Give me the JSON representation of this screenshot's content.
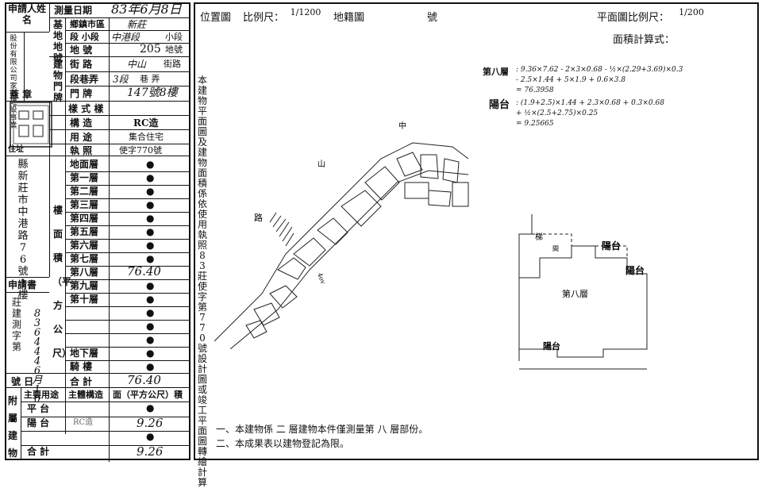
{
  "left_table": {
    "applicant_label": "申請人姓名",
    "survey_date_label": "測量日期",
    "survey_date_value": "83年6月8日",
    "base_label": "基地地號",
    "township_label": "鄉鎮市區",
    "township_value": "新莊",
    "section_label": "段 小段",
    "section_value": "中港段",
    "small_section": "小段",
    "land_no_label": "地 號",
    "land_no_value": "205",
    "land_no_suffix": "地號",
    "bldg_label": "建物門牌",
    "street_label": "街 路",
    "street_value": "中山",
    "street_suffix": "街路",
    "lane_label": "段巷弄",
    "lane_value": "3段",
    "lane_suffix": "巷 弄",
    "door_label": "門 牌",
    "door_value": "147號8樓",
    "style_label": "樣 式 樣",
    "structure_label": "構 造",
    "structure_value": "RC造",
    "use_label": "用 途",
    "use_value": "集合住宅",
    "license_label": "執 照",
    "license_value": "使字770號",
    "company_vertical": "股份有限公司家庭建設事業",
    "seal_label": "蓋 章",
    "address_label": "住址",
    "address_vertical": "縣新莊市中港路76號1樓",
    "floor_area_label": "樓 面 積 （平方公尺）",
    "floors": [
      {
        "name": "地面層",
        "value": "●"
      },
      {
        "name": "第一層",
        "value": "●"
      },
      {
        "name": "第二層",
        "value": "●"
      },
      {
        "name": "第三層",
        "value": "●"
      },
      {
        "name": "第四層",
        "value": "●"
      },
      {
        "name": "第五層",
        "value": "●"
      },
      {
        "name": "第六層",
        "value": "●"
      },
      {
        "name": "第七層",
        "value": "●"
      },
      {
        "name": "第八層",
        "value": "76.40"
      },
      {
        "name": "第九層",
        "value": "●"
      },
      {
        "name": "第十層",
        "value": "●"
      },
      {
        "name": "",
        "value": "●"
      },
      {
        "name": "",
        "value": "●"
      },
      {
        "name": "",
        "value": "●"
      },
      {
        "name": "地下層",
        "value": "●"
      },
      {
        "name": "騎 樓",
        "value": "●"
      }
    ],
    "total_label": "合 計",
    "total_value": "76.40",
    "app_doc_label": "申請書",
    "app_no_vertical": "莊建測字第",
    "app_no_value": "8 3 6 4 4 4 6 月 10",
    "date_no_label": "號 日",
    "attach_label": "附屬建物",
    "attach_head_use": "主要用途",
    "attach_head_struct": "主體構造",
    "attach_head_area": "面（平方公尺）積",
    "attach_rows": [
      {
        "use": "平 台",
        "struct": "",
        "area": "●"
      },
      {
        "use": "陽 台",
        "struct": "RC造",
        "area": "9.26"
      },
      {
        "use": "",
        "struct": "",
        "area": "●"
      },
      {
        "use": "合 計",
        "struct": "",
        "area": "9.26"
      }
    ]
  },
  "right": {
    "location_label": "位置圖",
    "scale_label": "比例尺：",
    "scale_value": "1/1200",
    "cadastral_label": "地籍圖",
    "no_label": "號",
    "plan_scale_label": "平面圖比例尺：",
    "plan_scale_value": "1/200",
    "area_calc_label": "面積計算式：",
    "vertical_note": "本建物平面圖及建物面積係依使用執照83莊使字第770號設計圖或竣工平面圖轉繪計算",
    "calc_floor8_label": "第八層",
    "calc_floor8_lines": [
      ": 9.36×7.62 - 2×3×0.68 - ½×(2.29+3.69)×0.3",
      "- 2.5×1.44 + 5×1.9 + 0.6×3.8",
      "= 76.3958"
    ],
    "calc_balcony_label": "陽台",
    "calc_balcony_lines": [
      ": (1.9+2.5)×1.44 + 2.3×0.68 + 0.3×0.68",
      "+ ½×(2.5+2.75)×0.25",
      "= 9.25665"
    ],
    "plan_labels": {
      "floor8": "第八層",
      "balcony1": "陽台",
      "balcony2": "陽台",
      "balcony3": "陽台",
      "stairs": "梯",
      "room": "間"
    },
    "map_labels": {
      "road1": "中",
      "road2": "山",
      "road3": "路",
      "mark": "4ov"
    },
    "notes": [
      "一、本建物係 二 層建物本件僅測量第 八 層部份。",
      "二、本成果表以建物登記為限。"
    ]
  }
}
